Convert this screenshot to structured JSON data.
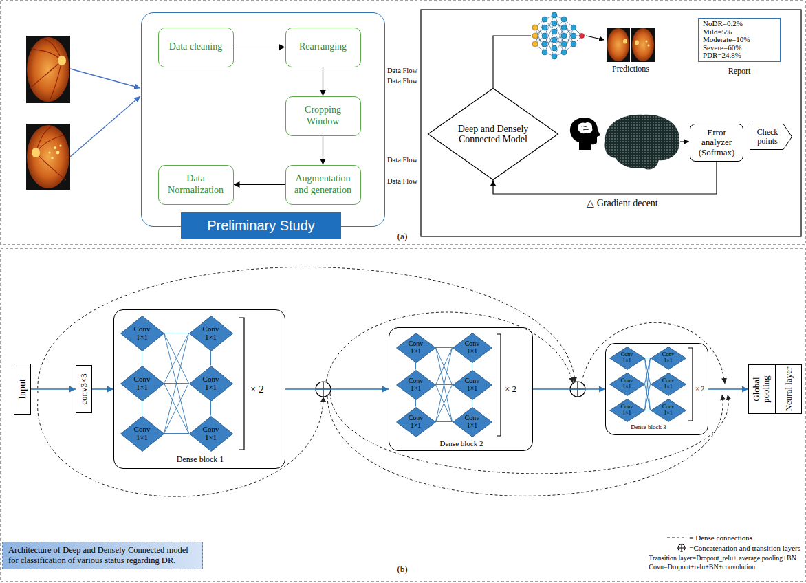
{
  "diagram": {
    "caption": "Architecture of Deep and Densely Connected model for classification of various status regarding DR.",
    "nodes": [
      {
        "text": [
          "Preliminary Study"
        ]
      },
      {
        "text": [
          "Data cleaning"
        ],
        "in": 0
      },
      {
        "text": [
          "Rearranging"
        ],
        "in": 0
      },
      {
        "text": [
          "Cropping Window"
        ],
        "in": 0
      },
      {
        "text": [
          "Data Normalization"
        ],
        "in": 0
      },
      {
        "text": [
          "Augmentation and generation"
        ],
        "in": 0
      },
      {
        "text": [
          "NoDR=0.2%",
          "Mild=5%",
          "Moderate=10%",
          "Severe=60%",
          "PDR=24.8%"
        ]
      },
      {
        "text": [
          "Deep and Densely Connected Model"
        ]
      },
      {
        "text": [
          "Error analyzer (Softmax)"
        ]
      },
      {
        "text": [
          "Check points"
        ]
      },
      {
        "text": [
          "Input"
        ]
      },
      {
        "text": [
          "conv3×3"
        ]
      },
      {
        "text": [
          "Dense block 1",
          "× 2"
        ]
      },
      {
        "text": [
          "Conv 1×1"
        ],
        "in": 12
      },
      {
        "text": [
          "Conv 1×1"
        ],
        "in": 12
      },
      {
        "text": [
          "Conv 1×1"
        ],
        "in": 12
      },
      {
        "text": [
          "Conv 1×1"
        ],
        "in": 12
      },
      {
        "text": [
          "Conv 1×1"
        ],
        "in": 12
      },
      {
        "text": [
          "Conv 1×1"
        ],
        "in": 12
      },
      {
        "text": [
          "Dense block 2",
          "× 2"
        ]
      },
      {
        "text": [
          "Conv 1×1"
        ],
        "in": 19
      },
      {
        "text": [
          "Conv 1×1"
        ],
        "in": 19
      },
      {
        "text": [
          "Conv 1×1"
        ],
        "in": 19
      },
      {
        "text": [
          "Conv 1×1"
        ],
        "in": 19
      },
      {
        "text": [
          "Conv 1×1"
        ],
        "in": 19
      },
      {
        "text": [
          "Conv 1×1"
        ],
        "in": 19
      },
      {
        "text": [
          "Dense block 3",
          "× 2"
        ]
      },
      {
        "text": [
          "Conv 1×1"
        ],
        "in": 26
      },
      {
        "text": [
          "Conv 1×1"
        ],
        "in": 26
      },
      {
        "text": [
          "Conv 1×1"
        ],
        "in": 26
      },
      {
        "text": [
          "Conv 1×1"
        ],
        "in": 26
      },
      {
        "text": [
          "Conv 1×1"
        ],
        "in": 26
      },
      {
        "text": [
          "Conv 1×1"
        ],
        "in": 26
      },
      {
        "text": [
          "Global pooling",
          "Neural layer"
        ]
      }
    ],
    "edges": [
      {
        "from": 1,
        "to": 2,
        "arrow": "to"
      },
      {
        "from": 2,
        "to": 3,
        "arrow": "to"
      },
      {
        "from": 3,
        "to": 5,
        "arrow": "to"
      },
      {
        "from": 5,
        "to": 4,
        "arrow": "to"
      },
      {
        "from": 8,
        "to": 7,
        "arrow": "to",
        "label": "△ Gradient decent"
      },
      {
        "from": 10,
        "to": 11,
        "arrow": "to"
      },
      {
        "from": 11,
        "to": 12,
        "arrow": "to"
      },
      {
        "from": 12,
        "to": 19,
        "arrow": "to"
      },
      {
        "from": 19,
        "to": 26,
        "arrow": "to"
      },
      {
        "from": 26,
        "to": 33,
        "arrow": "to"
      },
      {
        "from": 13,
        "to": 15,
        "arrow": "none"
      },
      {
        "from": 15,
        "to": 17,
        "arrow": "none"
      },
      {
        "from": 14,
        "to": 16,
        "arrow": "none"
      },
      {
        "from": 16,
        "to": 18,
        "arrow": "none"
      },
      {
        "from": 13,
        "to": 14,
        "arrow": "none"
      },
      {
        "from": 13,
        "to": 16,
        "arrow": "none"
      },
      {
        "from": 13,
        "to": 18,
        "arrow": "none"
      },
      {
        "from": 15,
        "to": 14,
        "arrow": "none"
      },
      {
        "from": 15,
        "to": 16,
        "arrow": "none"
      },
      {
        "from": 15,
        "to": 18,
        "arrow": "none"
      },
      {
        "from": 17,
        "to": 14,
        "arrow": "none"
      },
      {
        "from": 17,
        "to": 16,
        "arrow": "none"
      },
      {
        "from": 17,
        "to": 18,
        "arrow": "none"
      },
      {
        "from": 20,
        "to": 22,
        "arrow": "none"
      },
      {
        "from": 22,
        "to": 24,
        "arrow": "none"
      },
      {
        "from": 21,
        "to": 23,
        "arrow": "none"
      },
      {
        "from": 23,
        "to": 25,
        "arrow": "none"
      },
      {
        "from": 20,
        "to": 21,
        "arrow": "none"
      },
      {
        "from": 20,
        "to": 23,
        "arrow": "none"
      },
      {
        "from": 20,
        "to": 25,
        "arrow": "none"
      },
      {
        "from": 22,
        "to": 21,
        "arrow": "none"
      },
      {
        "from": 22,
        "to": 23,
        "arrow": "none"
      },
      {
        "from": 22,
        "to": 25,
        "arrow": "none"
      },
      {
        "from": 24,
        "to": 21,
        "arrow": "none"
      },
      {
        "from": 24,
        "to": 23,
        "arrow": "none"
      },
      {
        "from": 24,
        "to": 25,
        "arrow": "none"
      },
      {
        "from": 27,
        "to": 29,
        "arrow": "none"
      },
      {
        "from": 29,
        "to": 31,
        "arrow": "none"
      },
      {
        "from": 28,
        "to": 30,
        "arrow": "none"
      },
      {
        "from": 30,
        "to": 32,
        "arrow": "none"
      },
      {
        "from": 27,
        "to": 28,
        "arrow": "none"
      },
      {
        "from": 27,
        "to": 30,
        "arrow": "none"
      },
      {
        "from": 27,
        "to": 32,
        "arrow": "none"
      },
      {
        "from": 29,
        "to": 28,
        "arrow": "none"
      },
      {
        "from": 29,
        "to": 30,
        "arrow": "none"
      },
      {
        "from": 29,
        "to": 32,
        "arrow": "none"
      },
      {
        "from": 31,
        "to": 28,
        "arrow": "none"
      },
      {
        "from": 31,
        "to": 30,
        "arrow": "none"
      },
      {
        "from": 31,
        "to": 32,
        "arrow": "none"
      }
    ],
    "labels": [
      "Data Flow",
      "Data Flow",
      "Data Flow",
      "Data Flow",
      "Predictions",
      "Report",
      "(a)",
      "(b)",
      "Transition layer=Dropout_relu+ average pooling+BN",
      "Covn=Dropout+relu+BN+convolution"
    ],
    "legend": [
      {
        "text": "= Dense connections"
      },
      {
        "text": "=Concatenation and transition layers"
      }
    ]
  }
}
